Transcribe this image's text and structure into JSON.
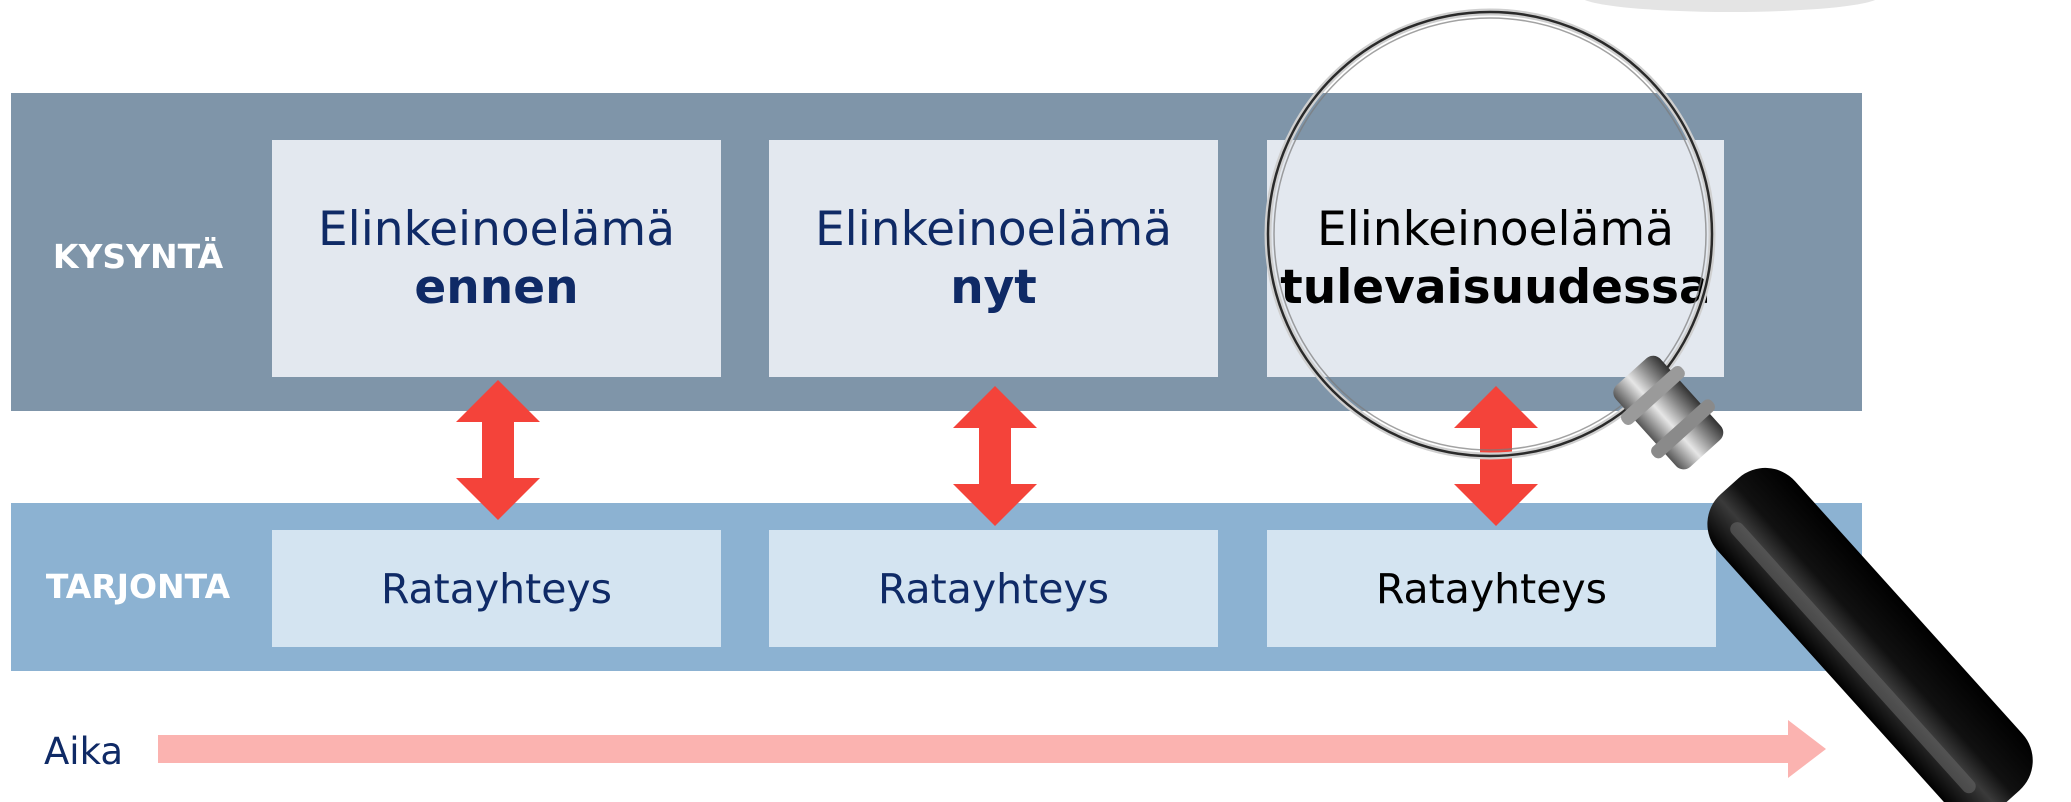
{
  "rows": {
    "demand_label": "KYSYNTÄ",
    "supply_label": "TARJONTA"
  },
  "columns": [
    {
      "demand_line1": "Elinkeinoelämä",
      "demand_line2": "ennen",
      "supply": "Ratayhteys"
    },
    {
      "demand_line1": "Elinkeinoelämä",
      "demand_line2": "nyt",
      "supply": "Ratayhteys"
    },
    {
      "demand_line1": "Elinkeinoelämä",
      "demand_line2": "tulevaisuudessa",
      "supply": "Ratayhteys"
    }
  ],
  "timeline": {
    "label": "Aika"
  },
  "colors": {
    "demand_band": "#7f95a9",
    "supply_band": "#8cb2d2",
    "demand_box": "#e3e8ef",
    "supply_box": "#d4e4f1",
    "text_navy": "#0f2a66",
    "arrow_red": "#f4433a",
    "time_arrow_pink": "#fbb3b0"
  },
  "icons": {
    "connector": "double-headed-vertical-arrow",
    "timeline": "right-arrow",
    "focus": "magnifying-glass"
  }
}
